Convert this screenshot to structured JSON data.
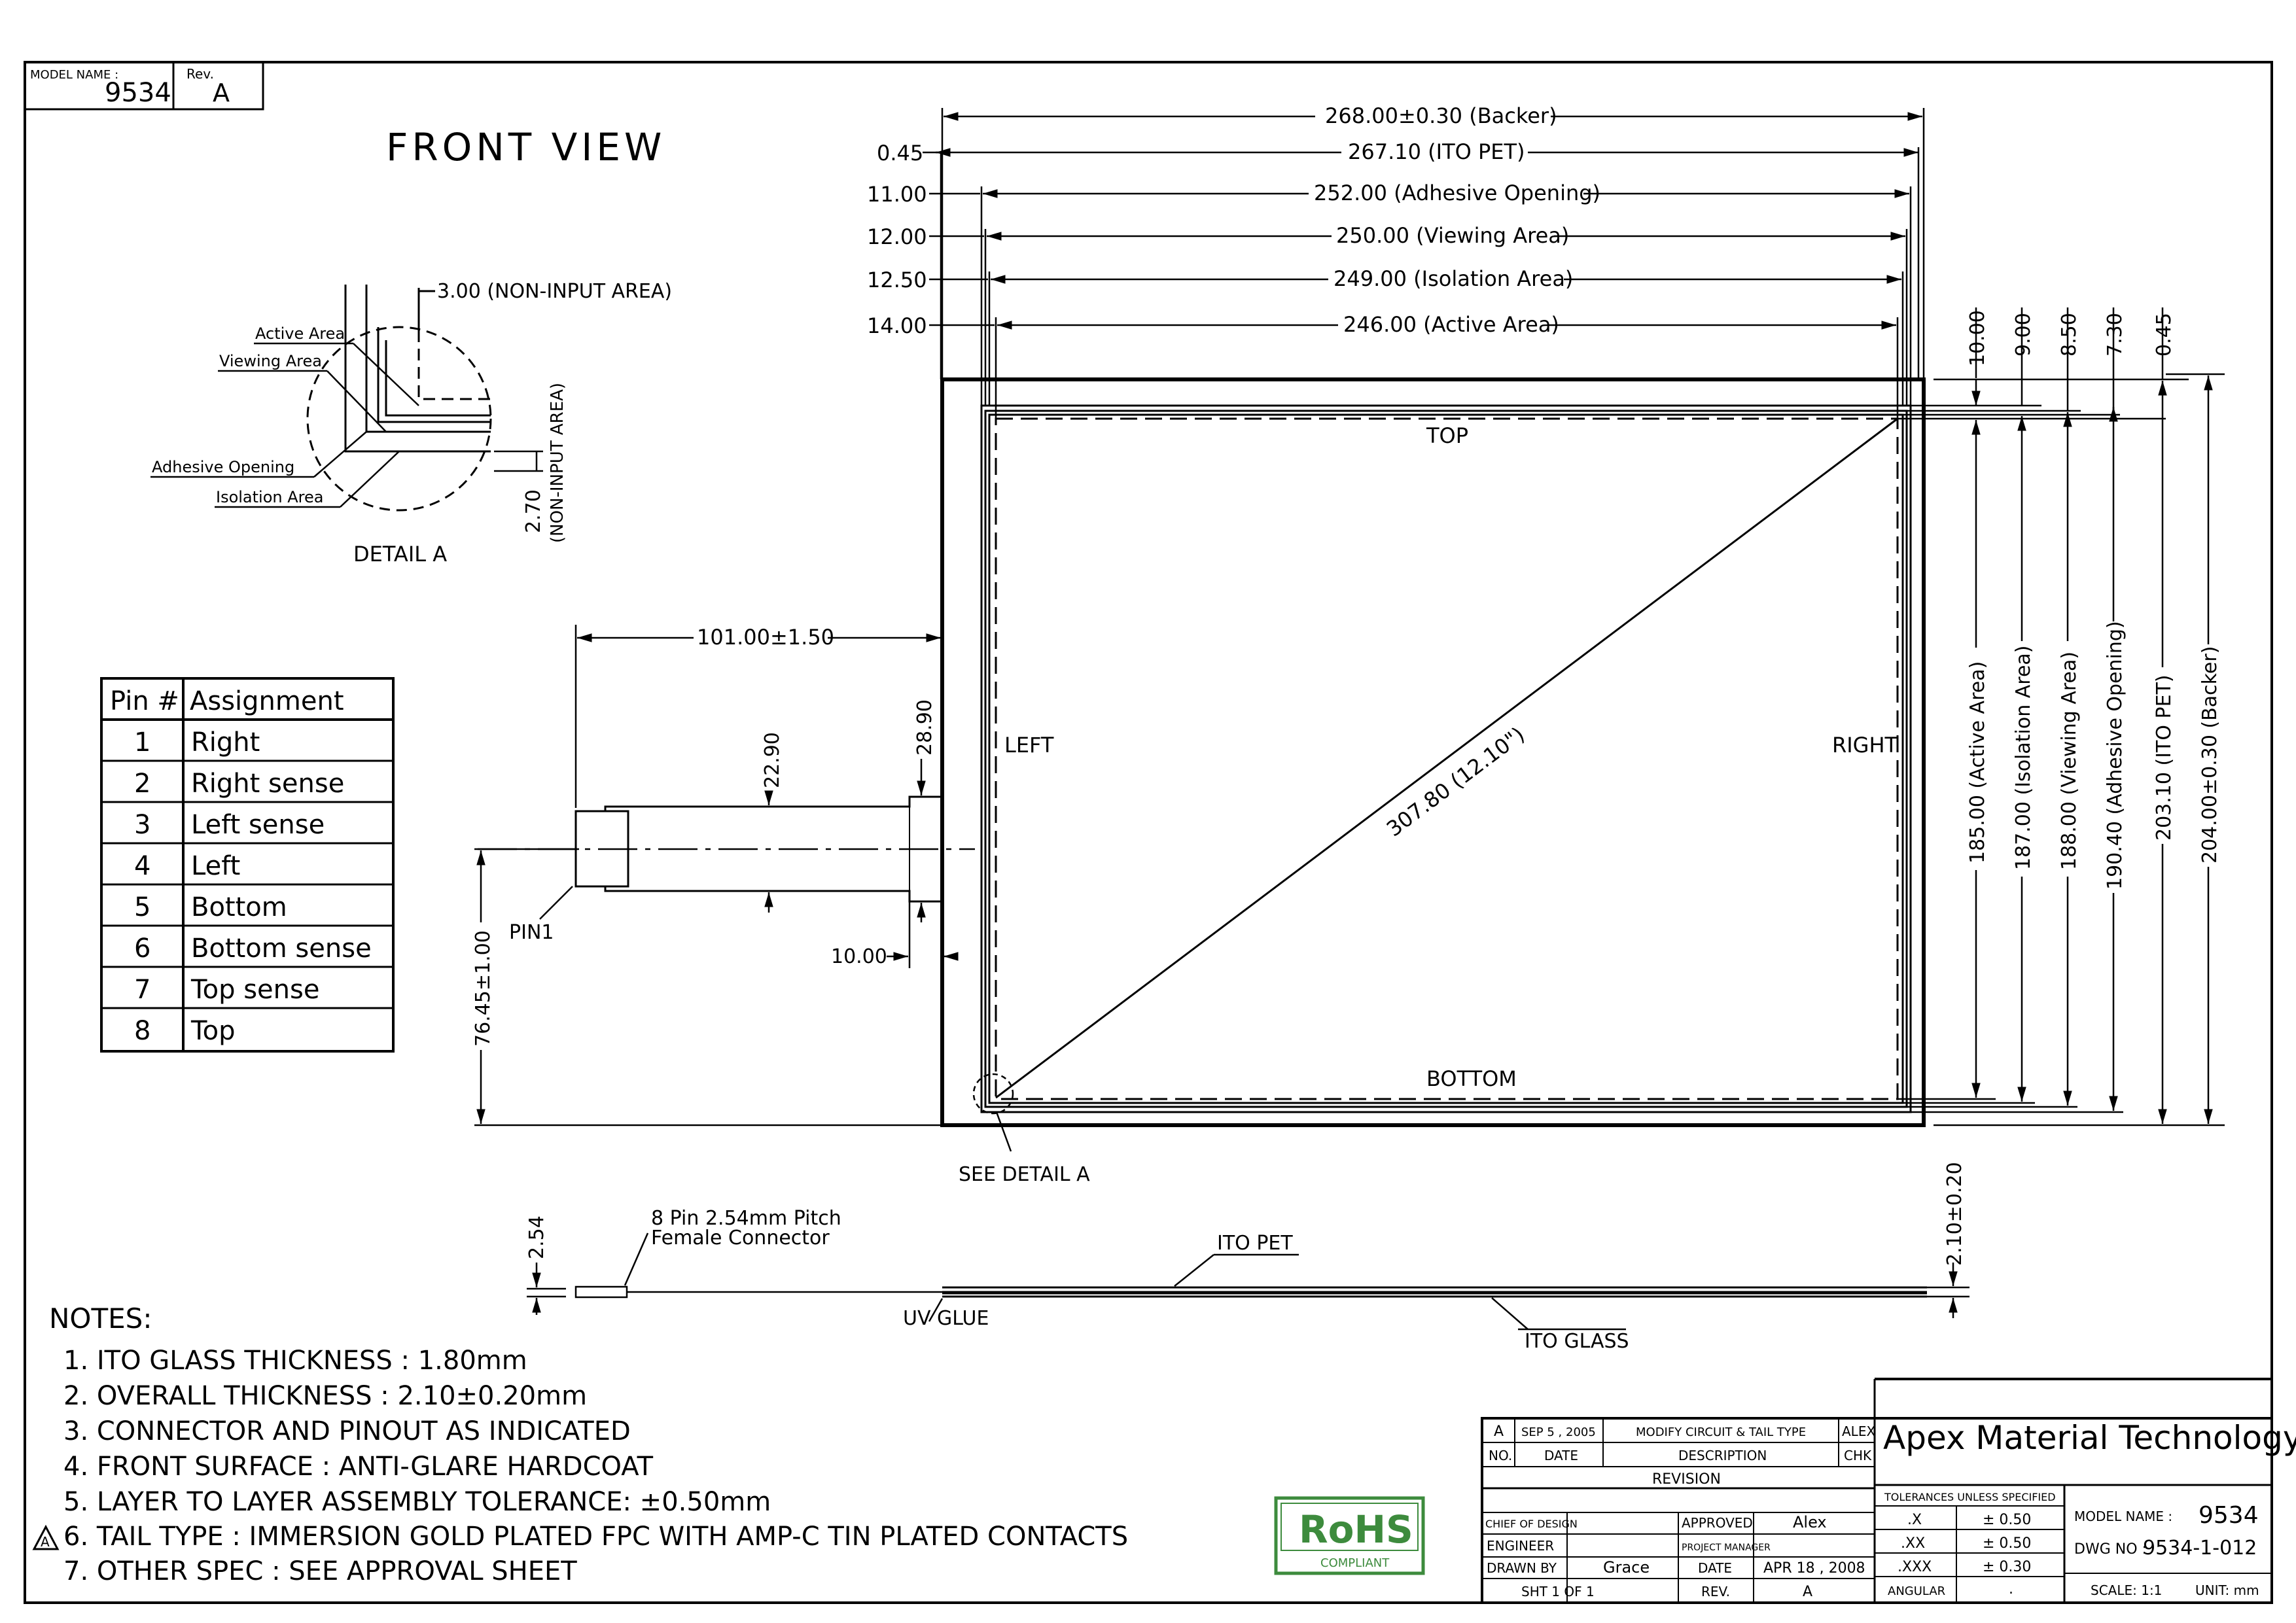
{
  "title_box": {
    "model_label": "MODEL NAME :",
    "model_value": "9534",
    "rev_label": "Rev.",
    "rev_value": "A"
  },
  "front_view_title": "FRONT VIEW",
  "detail_a": {
    "non_input_top": "3.00 (NON-INPUT AREA)",
    "active_area": "Active Area",
    "viewing_area": "Viewing Area",
    "adhesive_opening": "Adhesive Opening",
    "isolation_area": "Isolation Area",
    "non_input_side": "2.70",
    "non_input_side_note": "(NON-INPUT AREA)",
    "caption": "DETAIL A"
  },
  "pin_table": {
    "headers": [
      "Pin #",
      "Assignment"
    ],
    "rows": [
      [
        "1",
        "Right"
      ],
      [
        "2",
        "Right sense"
      ],
      [
        "3",
        "Left sense"
      ],
      [
        "4",
        "Left"
      ],
      [
        "5",
        "Bottom"
      ],
      [
        "6",
        "Bottom sense"
      ],
      [
        "7",
        "Top sense"
      ],
      [
        "8",
        "Top"
      ]
    ]
  },
  "top_dims": {
    "d1": "268.00±0.30 (Backer)",
    "d2_left": "0.45",
    "d2": "267.10 (ITO PET)",
    "d3_left": "11.00",
    "d3": "252.00 (Adhesive Opening)",
    "d4_left": "12.00",
    "d4": "250.00 (Viewing Area)",
    "d5_left": "12.50",
    "d5": "249.00 (Isolation Area)",
    "d6_left": "14.00",
    "d6": "246.00 (Active Area)"
  },
  "right_offsets": [
    "10.00",
    "9.00",
    "8.50",
    "7.30",
    "0.45"
  ],
  "right_dims": [
    "185.00 (Active Area)",
    "187.00 (Isolation Area)",
    "188.00 (Viewing Area)",
    "190.40 (Adhesive Opening)",
    "203.10 (ITO PET)",
    "204.00±0.30 (Backer)"
  ],
  "panel": {
    "top": "TOP",
    "left": "LEFT",
    "right": "RIGHT",
    "bottom": "BOTTOM",
    "diagonal": "307.80 (12.10\")",
    "see_detail": "SEE DETAIL A"
  },
  "tail": {
    "length": "101.00±1.50",
    "w1": "22.90",
    "w2": "28.90",
    "offset": "10.00",
    "height": "76.45±1.00",
    "pin1": "PIN1"
  },
  "side_view": {
    "thickness_conn": "2.54",
    "connector_line1": "8 Pin 2.54mm Pitch",
    "connector_line2": "Female Connector",
    "ito_pet": "ITO PET",
    "uv_glue": "UV GLUE",
    "ito_glass": "ITO GLASS",
    "overall": "2.10±0.20"
  },
  "notes": {
    "title": "NOTES:",
    "items": [
      "1. ITO GLASS THICKNESS : 1.80mm",
      "2. OVERALL THICKNESS : 2.10±0.20mm",
      "3. CONNECTOR AND PINOUT AS INDICATED",
      "4. FRONT SURFACE : ANTI-GLARE HARDCOAT",
      "5. LAYER TO LAYER ASSEMBLY TOLERANCE: ±0.50mm",
      "6. TAIL TYPE : IMMERSION GOLD PLATED FPC WITH AMP-C TIN PLATED CONTACTS",
      "7. OTHER SPEC : SEE APPROVAL SHEET"
    ],
    "revision_flag": "A"
  },
  "rohs": {
    "label": "RoHS",
    "sub": "COMPLIANT"
  },
  "revision_block": {
    "row": [
      "A",
      "SEP 5 , 2005",
      "MODIFY CIRCUIT & TAIL TYPE",
      "ALEX"
    ],
    "headers": [
      "NO.",
      "DATE",
      "DESCRIPTION",
      "CHK"
    ],
    "caption": "REVISION",
    "chief_of_design": "CHIEF OF DESIGN",
    "approved": "APPROVED",
    "approved_by": "Alex",
    "engineer": "ENGINEER",
    "project_manager": "PROJECT MANAGER",
    "drawn_by": "DRAWN BY",
    "drawn_name": "Grace",
    "date_label": "DATE",
    "date_value": "APR 18 , 2008",
    "sheet": "SHT  1  OF  1",
    "rev_label": "REV.",
    "rev_value": "A"
  },
  "company": "Apex Material Technology Corp.",
  "tolerances": {
    "header": "TOLERANCES UNLESS SPECIFIED",
    "rows": [
      [
        ".X",
        "± 0.50"
      ],
      [
        ".XX",
        "± 0.50"
      ],
      [
        ".XXX",
        "± 0.30"
      ],
      [
        "ANGULAR",
        "."
      ]
    ]
  },
  "model_info": {
    "model_label": "MODEL NAME :",
    "model_value": "9534",
    "dwg_label": "DWG NO :",
    "dwg_value": "9534-1-012",
    "scale": "SCALE: 1:1",
    "unit": "UNIT: mm"
  },
  "colors": {
    "ink": "#000000",
    "rohs_green": "#3d8b3d",
    "paper": "#ffffff"
  }
}
